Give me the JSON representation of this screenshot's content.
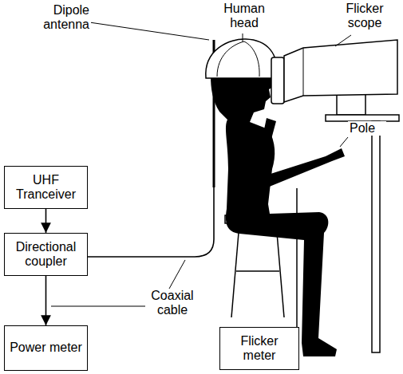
{
  "diagram": {
    "nodes": [
      {
        "text": [
          "UHF Tranceiver"
        ]
      },
      {
        "text": [
          "Directional coupler"
        ]
      },
      {
        "text": [
          "Power meter"
        ]
      },
      {
        "text": [
          "Flicker meter"
        ]
      }
    ],
    "edges": [
      {
        "from": 0,
        "to": 1,
        "arrow": "to"
      },
      {
        "from": 1,
        "to": 2,
        "arrow": "to"
      }
    ],
    "labels": [
      "Dipole antenna",
      "Human head",
      "Flicker scope",
      "Pole",
      "Coaxial cable"
    ]
  }
}
